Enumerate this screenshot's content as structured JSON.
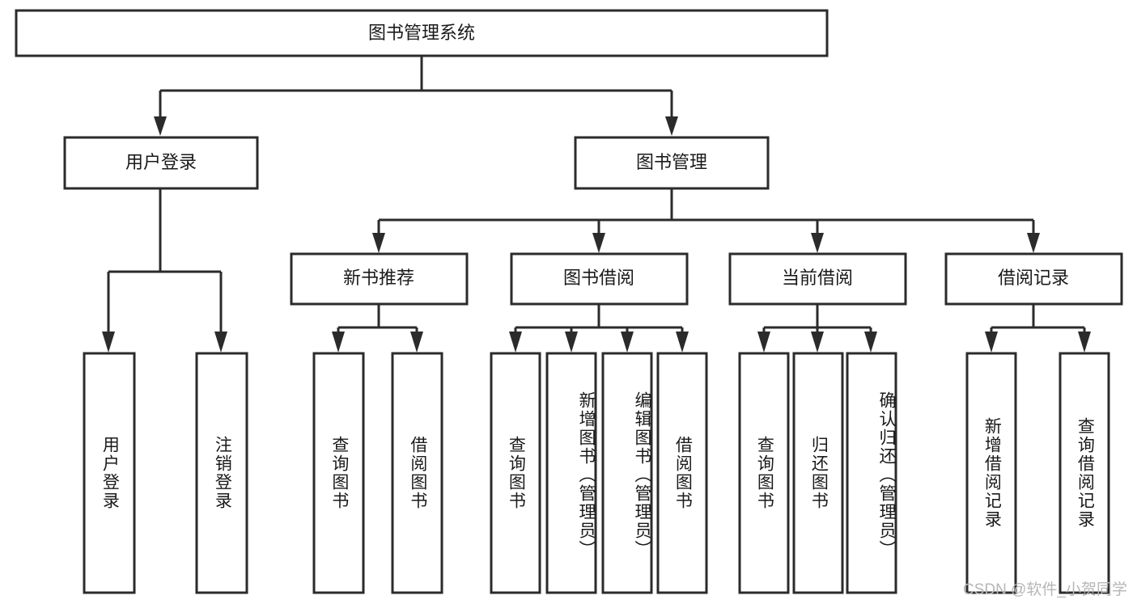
{
  "diagram": {
    "type": "tree",
    "title": "图书管理系统",
    "root": {
      "id": "root",
      "label": "图书管理系统",
      "orientation": "horizontal"
    },
    "level1": [
      {
        "id": "user-login",
        "label": "用户登录",
        "orientation": "horizontal"
      },
      {
        "id": "book-manage",
        "label": "图书管理",
        "orientation": "horizontal"
      }
    ],
    "level2": [
      {
        "id": "new-book-rec",
        "label": "新书推荐",
        "orientation": "horizontal",
        "parent": "book-manage"
      },
      {
        "id": "book-borrow",
        "label": "图书借阅",
        "orientation": "horizontal",
        "parent": "book-manage"
      },
      {
        "id": "current-borrow",
        "label": "当前借阅",
        "orientation": "horizontal",
        "parent": "book-manage"
      },
      {
        "id": "borrow-record",
        "label": "借阅记录",
        "orientation": "horizontal",
        "parent": "book-manage"
      }
    ],
    "leaves": [
      {
        "id": "leaf-user-login",
        "label": "用户登录",
        "orientation": "vertical",
        "parent": "user-login"
      },
      {
        "id": "leaf-user-logout",
        "label": "注销登录",
        "orientation": "vertical",
        "parent": "user-login"
      },
      {
        "id": "leaf-rec-query",
        "label": "查询图书",
        "orientation": "vertical",
        "parent": "new-book-rec"
      },
      {
        "id": "leaf-rec-borrow",
        "label": "借阅图书",
        "orientation": "vertical",
        "parent": "new-book-rec"
      },
      {
        "id": "leaf-borrow-query",
        "label": "查询图书",
        "orientation": "vertical",
        "parent": "book-borrow"
      },
      {
        "id": "leaf-borrow-add",
        "label": "新增图书（管理员）",
        "orientation": "vertical",
        "parent": "book-borrow"
      },
      {
        "id": "leaf-borrow-edit",
        "label": "编辑图书（管理员）",
        "orientation": "vertical",
        "parent": "book-borrow"
      },
      {
        "id": "leaf-borrow-lend",
        "label": "借阅图书",
        "orientation": "vertical",
        "parent": "book-borrow"
      },
      {
        "id": "leaf-cur-query",
        "label": "查询图书",
        "orientation": "vertical",
        "parent": "current-borrow"
      },
      {
        "id": "leaf-cur-return",
        "label": "归还图书",
        "orientation": "vertical",
        "parent": "current-borrow"
      },
      {
        "id": "leaf-cur-confirm",
        "label": "确认归还（管理员）",
        "orientation": "vertical",
        "parent": "current-borrow"
      },
      {
        "id": "leaf-rec-add",
        "label": "新增借阅记录",
        "orientation": "vertical",
        "parent": "borrow-record"
      },
      {
        "id": "leaf-rec-query2",
        "label": "查询借阅记录",
        "orientation": "vertical",
        "parent": "borrow-record"
      }
    ],
    "colors": {
      "stroke": "#2b2b2b",
      "fill": "#ffffff",
      "text": "#1a1a1a",
      "watermark": "#b6b6b6",
      "background": "#ffffff"
    }
  },
  "watermark": {
    "label": "CSDN @软件_小贺同学"
  }
}
